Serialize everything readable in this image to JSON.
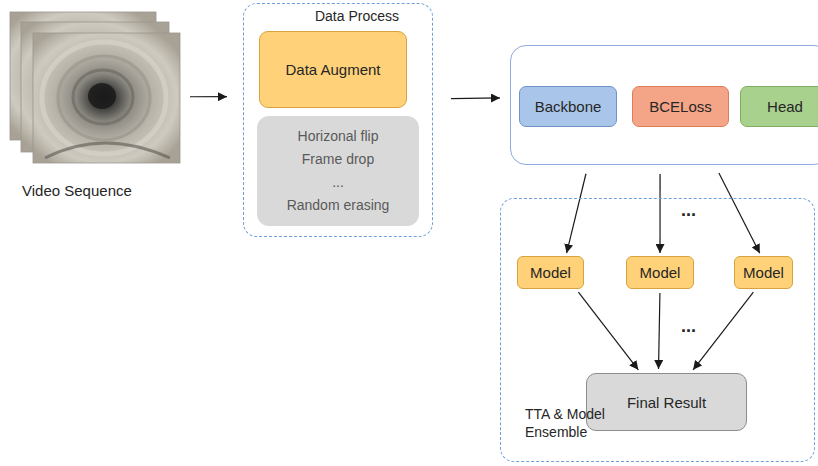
{
  "diagram": {
    "nodes": [
      {
        "text": [
          "Video Sequence"
        ]
      },
      {
        "text": [
          "Data Process"
        ]
      },
      {
        "text": [
          "Data Augment"
        ],
        "in": 1
      },
      {
        "text": [
          "Horizonal flip",
          "Frame drop",
          "...",
          "Random erasing"
        ],
        "in": 1
      },
      {
        "text": []
      },
      {
        "text": [
          "Backbone"
        ],
        "in": 4
      },
      {
        "text": [
          "BCELoss"
        ],
        "in": 4
      },
      {
        "text": [
          "Head"
        ],
        "in": 4
      },
      {
        "text": [
          "TTA & Model Ensemble"
        ]
      },
      {
        "text": [
          "Model"
        ],
        "in": 8
      },
      {
        "text": [
          "Model"
        ],
        "in": 8
      },
      {
        "text": [
          "Model"
        ],
        "in": 8
      },
      {
        "text": [
          "Final Result"
        ],
        "in": 8
      }
    ],
    "edges": [
      {
        "from": 0,
        "to": 1,
        "arrow": "to"
      },
      {
        "from": 1,
        "to": 4,
        "arrow": "to"
      },
      {
        "from": 4,
        "to": 9,
        "arrow": "to"
      },
      {
        "from": 4,
        "to": 10,
        "arrow": "to"
      },
      {
        "from": 4,
        "to": 11,
        "arrow": "to"
      },
      {
        "from": 9,
        "to": 12,
        "arrow": "to"
      },
      {
        "from": 10,
        "to": 12,
        "arrow": "to"
      },
      {
        "from": 11,
        "to": 12,
        "arrow": "to"
      }
    ],
    "labels": [
      "...",
      "..."
    ]
  }
}
